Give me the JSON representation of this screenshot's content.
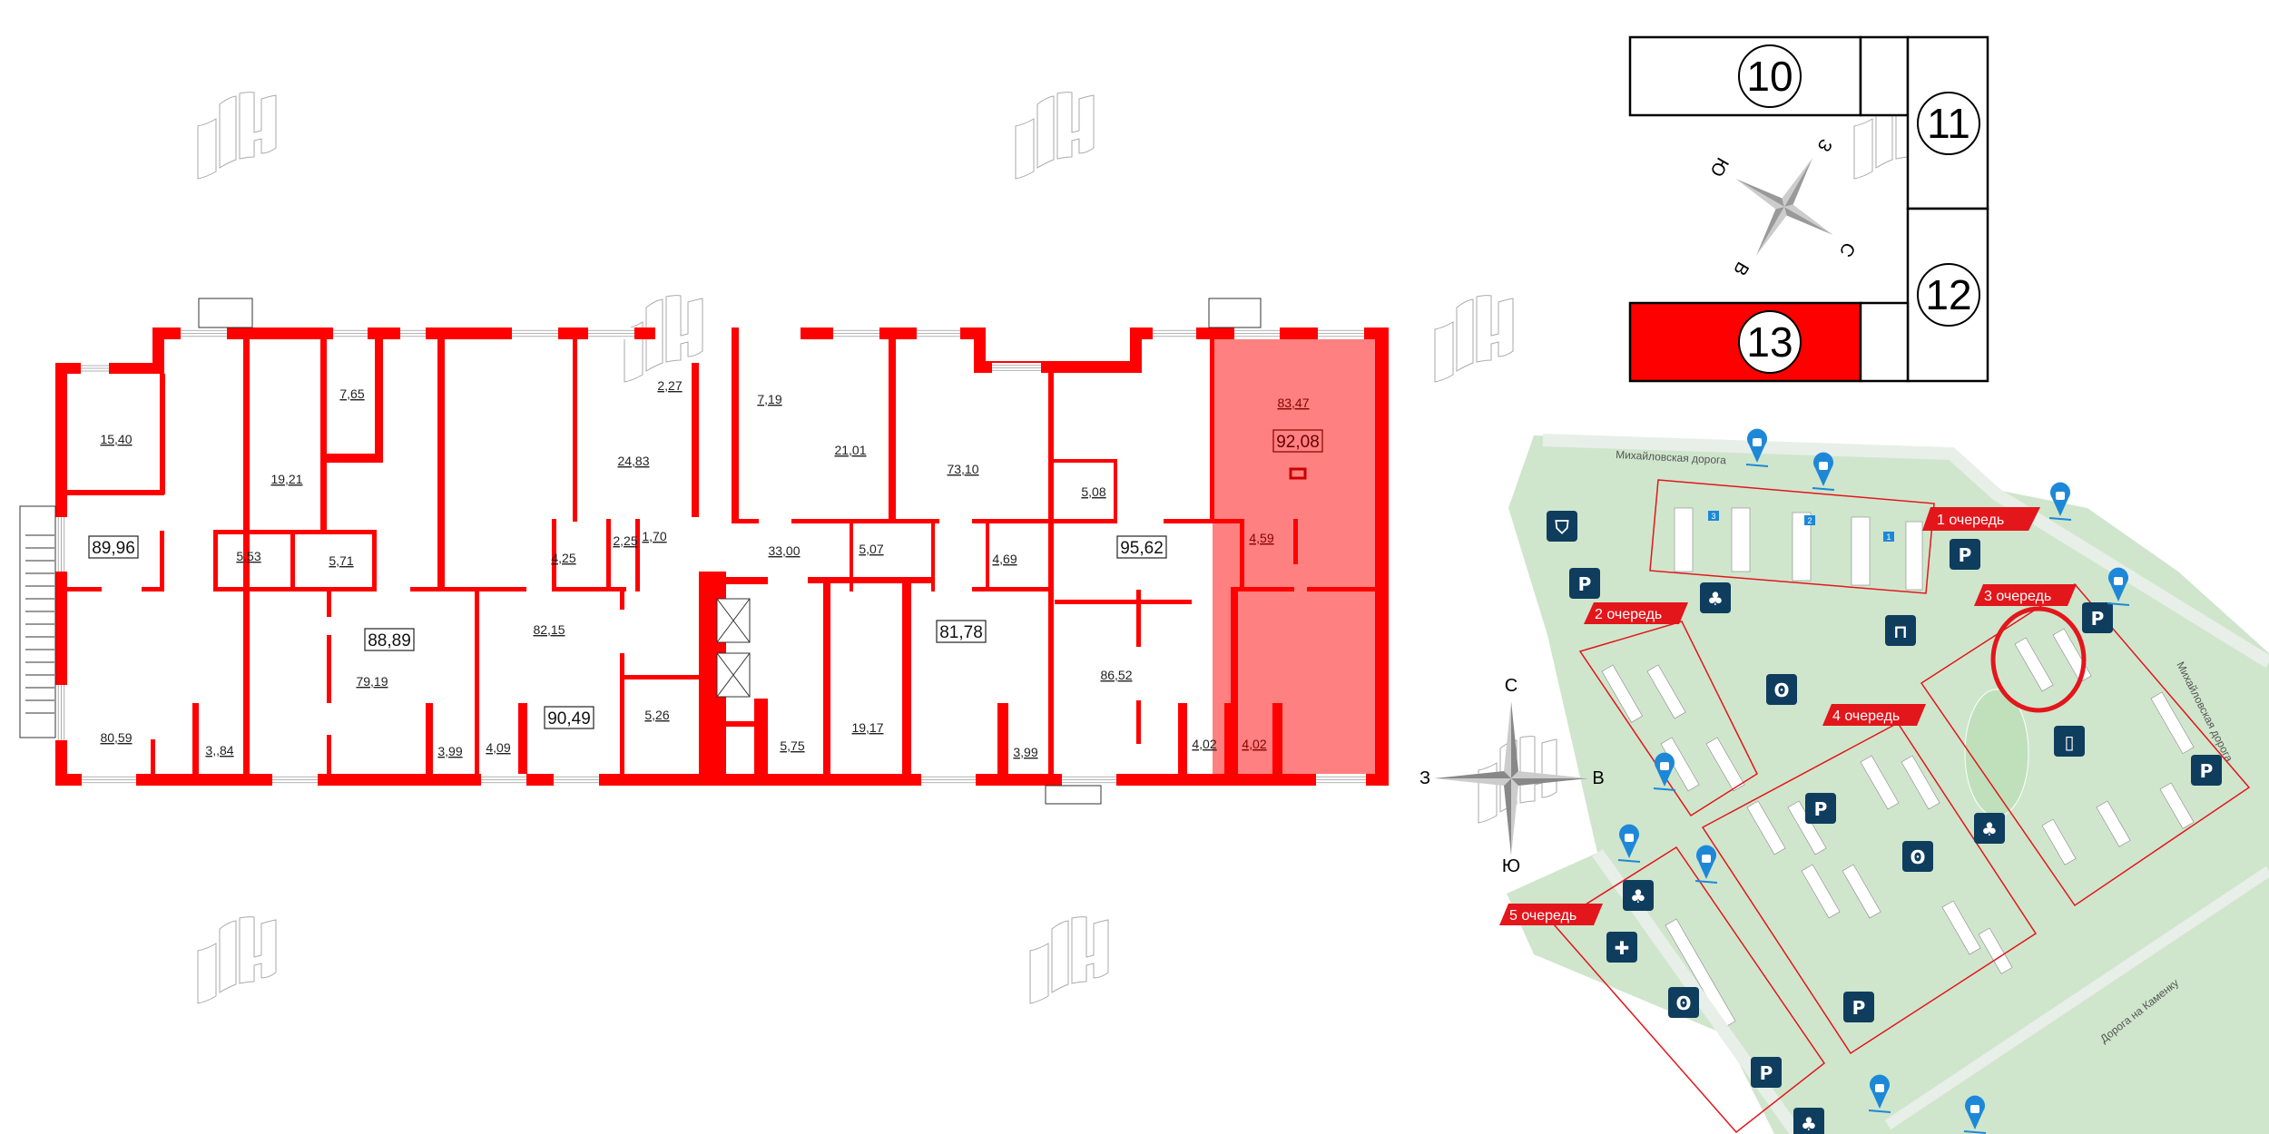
{
  "colors": {
    "wall": "#ff0000",
    "selected_unit": "#ff8080",
    "selected_section": "#ff0000",
    "map_green": "#cfe6cc",
    "map_icon": "#0f3d5e",
    "queue_tag": "#e3161b"
  },
  "floor_plan": {
    "selected_unit": {
      "total_area": "92,08",
      "rooms": [
        "83,47",
        "4,59",
        "4,02"
      ]
    },
    "rooms": [
      {
        "area": "15,40"
      },
      {
        "area": "7,65"
      },
      {
        "area": "19,21"
      },
      {
        "area": "24,83"
      },
      {
        "area": "2,27"
      },
      {
        "area": "5,53"
      },
      {
        "area": "5,71"
      },
      {
        "area": "4,25"
      },
      {
        "area": "2,25"
      },
      {
        "area": "1,70"
      },
      {
        "area": "82,15"
      },
      {
        "area": "79,19"
      },
      {
        "area": "5,26"
      },
      {
        "area": "80,59"
      },
      {
        "area": "3,,84"
      },
      {
        "area": "3,99"
      },
      {
        "area": "4,09"
      },
      {
        "area": "7,19"
      },
      {
        "area": "21,01"
      },
      {
        "area": "73,10"
      },
      {
        "area": "5,08"
      },
      {
        "area": "33,00"
      },
      {
        "area": "5,07"
      },
      {
        "area": "4,69"
      },
      {
        "area": "86,52"
      },
      {
        "area": "19,17"
      },
      {
        "area": "5,75"
      },
      {
        "area": "3,99"
      },
      {
        "area": "4,02"
      }
    ],
    "unit_totals": [
      "89,96",
      "88,89",
      "90,49",
      "81,78",
      "95,62",
      "92,08"
    ]
  },
  "key_plan": {
    "sections": [
      "10",
      "11",
      "12",
      "13"
    ],
    "selected_section": "13",
    "compass": {
      "n": "С",
      "s": "Ю",
      "e": "В",
      "w": "З"
    }
  },
  "site_map": {
    "compass": {
      "n": "С",
      "s": "Ю",
      "e": "В",
      "w": "З"
    },
    "roads": [
      "Михайловская дорога",
      "Михайловская дорога",
      "Дорога на Каменку"
    ],
    "queues": [
      "1 очередь",
      "2 очередь",
      "3 очередь",
      "4 очередь",
      "5 очередь"
    ],
    "highlighted_queue": "3 очередь",
    "building_badges": [
      "3",
      "2",
      "1"
    ],
    "icons": {
      "parking": "P",
      "types": [
        "parking-icon",
        "bus-stop-icon",
        "shopping-bag-icon",
        "park-tree-icon",
        "gym-icon",
        "kindergarten-teddy-icon",
        "school-book-icon",
        "clinic-cross-icon"
      ]
    }
  }
}
